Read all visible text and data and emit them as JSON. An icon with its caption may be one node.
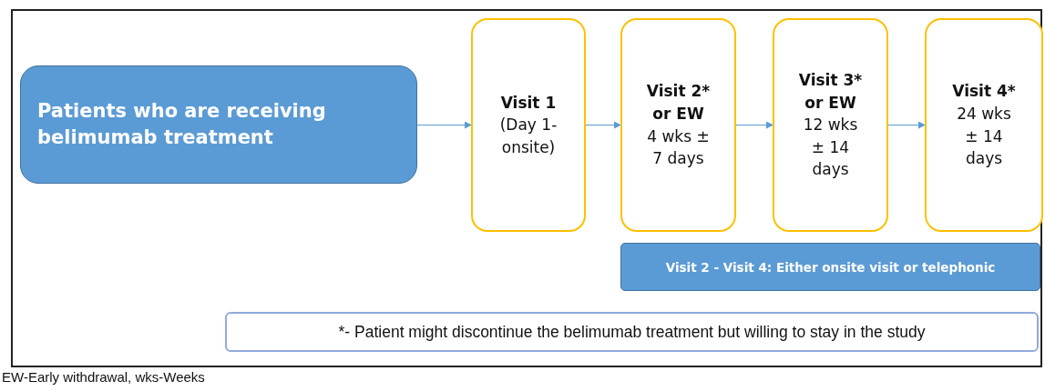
{
  "diagram": {
    "caption": "EW-Early withdrawal, wks-Weeks",
    "nodes": [
      {
        "text": [
          "Patients who are receiving belimumab treatment"
        ]
      },
      {
        "text": [
          "Visit 1",
          "(Day 1-onsite)"
        ]
      },
      {
        "text": [
          "Visit 2* or EW",
          "4 wks ± 7 days"
        ]
      },
      {
        "text": [
          "Visit 3* or EW",
          "12 wks ± 14 days"
        ]
      },
      {
        "text": [
          "Visit 4*",
          "24 wks ± 14 days"
        ]
      },
      {
        "text": [
          "Visit 2 - Visit 4: Either onsite visit or telephonic"
        ]
      },
      {
        "text": [
          "*- Patient might discontinue the belimumab treatment but willing to stay in the study"
        ]
      }
    ],
    "edges": [
      {
        "from": 0,
        "to": 1,
        "arrow": "to"
      },
      {
        "from": 1,
        "to": 2,
        "arrow": "to"
      },
      {
        "from": 2,
        "to": 3,
        "arrow": "to"
      },
      {
        "from": 3,
        "to": 4,
        "arrow": "to"
      }
    ]
  }
}
